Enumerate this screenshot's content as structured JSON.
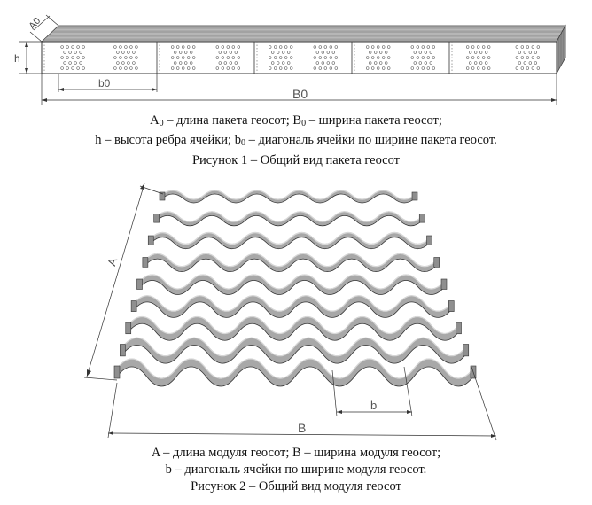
{
  "figure1": {
    "labels": {
      "depth": "A0",
      "height": "h",
      "cell": "b0",
      "width": "B0"
    },
    "caption_line1": [
      "A",
      "0",
      " – длина пакета геосот; B",
      "0",
      " – ширина пакета геосот;"
    ],
    "caption_line2": [
      "h – высота ребра ячейки; b",
      "0",
      " – диагональ ячейки по ширине пакета геосот."
    ],
    "title": "Рисунок 1  – Общий вид пакета геосот"
  },
  "figure2": {
    "labels": {
      "length": "A",
      "width": "B",
      "cell": "b"
    },
    "caption_line1": "A – длина модуля геосот; B – ширина модуля геосот;",
    "caption_line2": "b – диагональ ячейки по ширине модуля геосот.",
    "title": "Рисунок 2 – Общий вид модуля геосот"
  }
}
